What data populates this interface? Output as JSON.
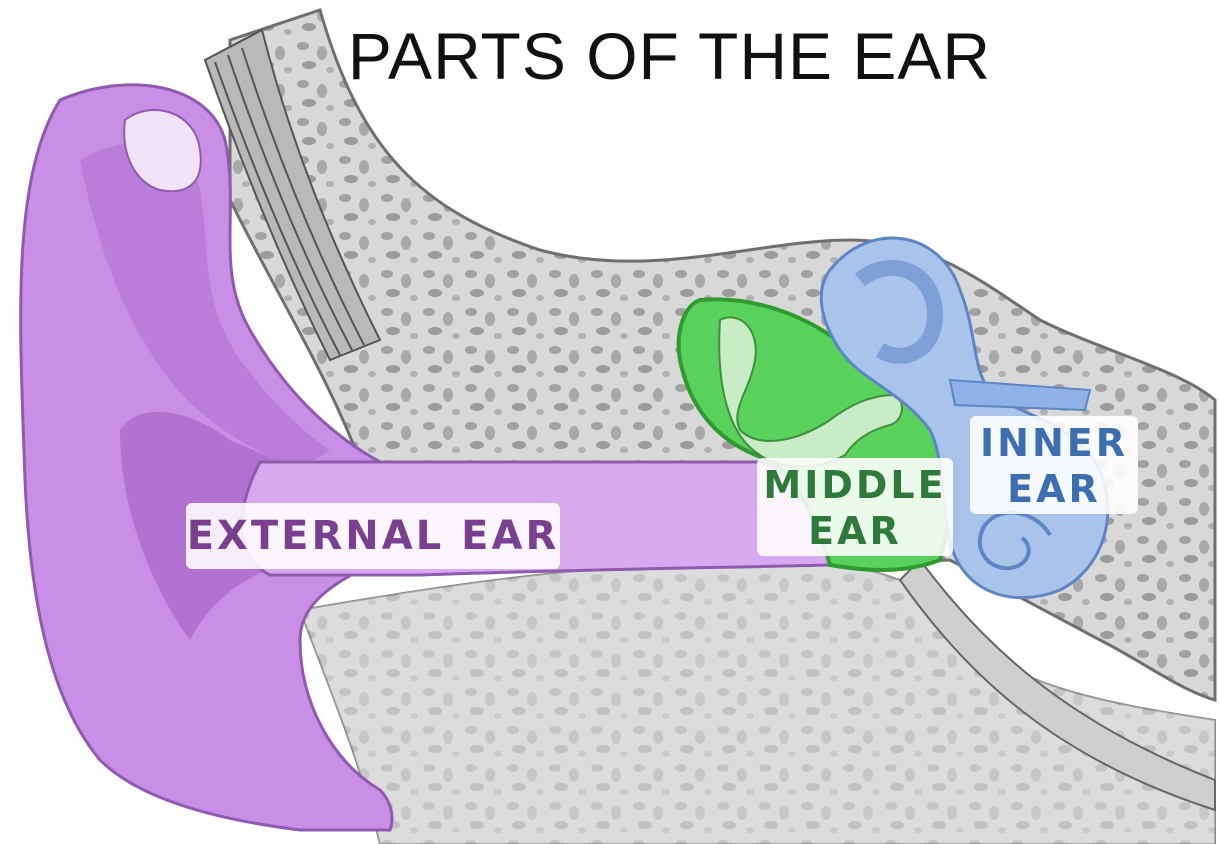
{
  "title": "PARTS OF THE EAR",
  "labels": {
    "external_ear": "EXTERNAL EAR",
    "middle_ear_line1": "MIDDLE",
    "middle_ear_line2": "EAR",
    "inner_ear_line1": "INNER",
    "inner_ear_line2": "EAR"
  },
  "colors": {
    "external_ear": "#c98ee6",
    "middle_ear": "#5ad15a",
    "inner_ear": "#a8c4ea",
    "bone": "#d9d9d9",
    "bone_pores": "#9e9e9e"
  }
}
